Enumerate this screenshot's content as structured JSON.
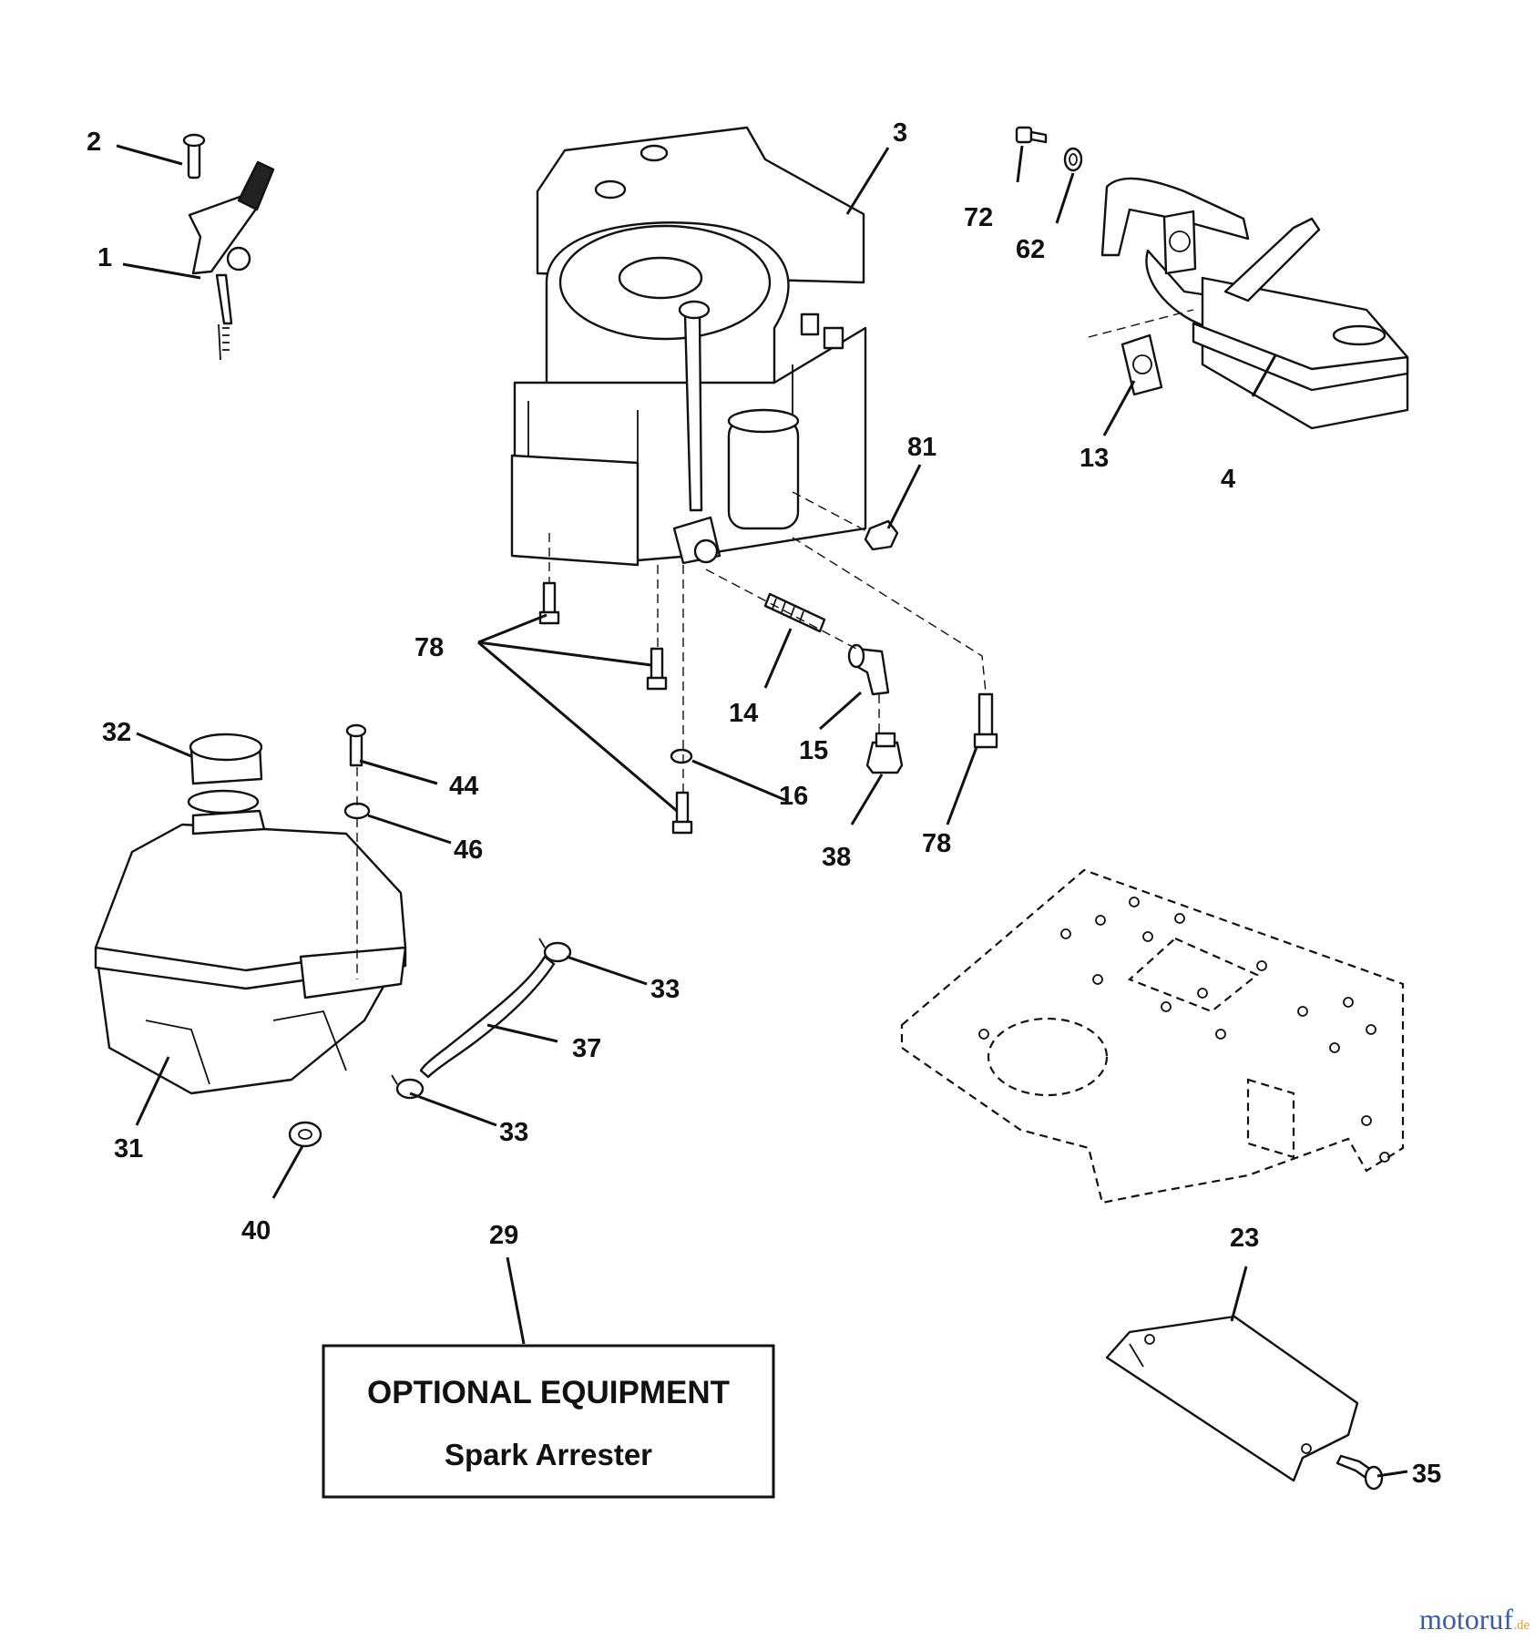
{
  "callouts": {
    "c1": "1",
    "c2": "2",
    "c3": "3",
    "c4": "4",
    "c13": "13",
    "c14": "14",
    "c15": "15",
    "c16": "16",
    "c23": "23",
    "c29": "29",
    "c31": "31",
    "c32": "32",
    "c33a": "33",
    "c33b": "33",
    "c35": "35",
    "c37": "37",
    "c38": "38",
    "c40": "40",
    "c44": "44",
    "c46": "46",
    "c62": "62",
    "c72": "72",
    "c78a": "78",
    "c78b": "78",
    "c81": "81"
  },
  "optional_box": {
    "title": "OPTIONAL EQUIPMENT",
    "subtitle": "Spark Arrester"
  },
  "watermark": {
    "brand": "motoruf",
    "tld": ".de",
    "brand_color": "#3a5da8",
    "tld_color": "#e0a12b"
  }
}
